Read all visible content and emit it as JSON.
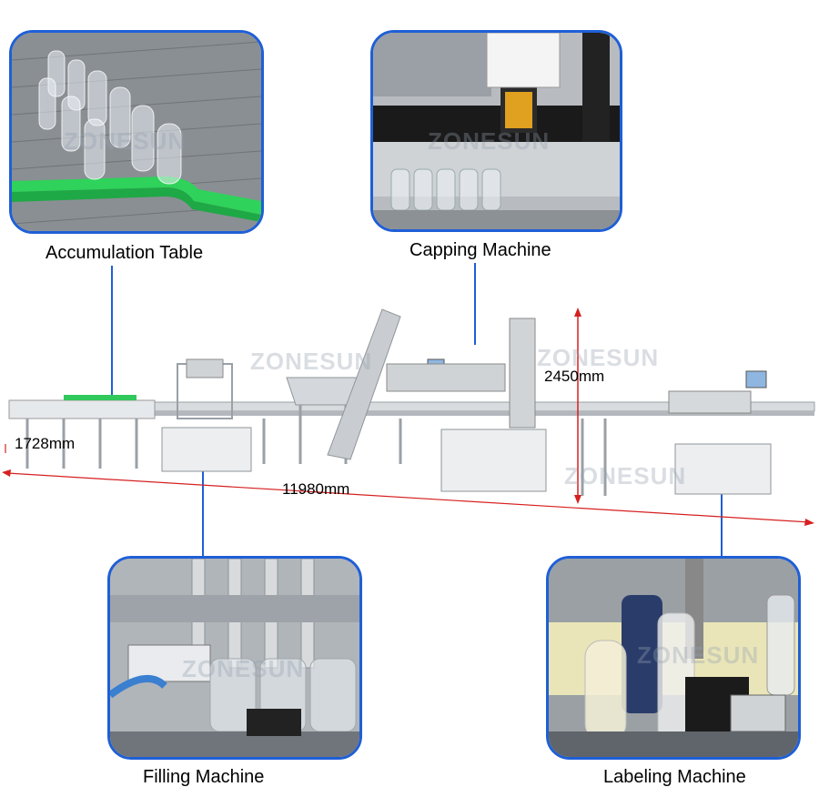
{
  "labels": {
    "accumulation_table": "Accumulation Table",
    "capping_machine": "Capping Machine",
    "filling_machine": "Filling Machine",
    "labeling_machine": "Labeling Machine"
  },
  "dimensions": {
    "height": "2450mm",
    "width": "1728mm",
    "length": "11980mm"
  },
  "watermark": "ZONESUN",
  "colors": {
    "frame_blue": "#1f5fd6",
    "arrow_red": "#d62020",
    "steel": "#c8ccd0"
  }
}
